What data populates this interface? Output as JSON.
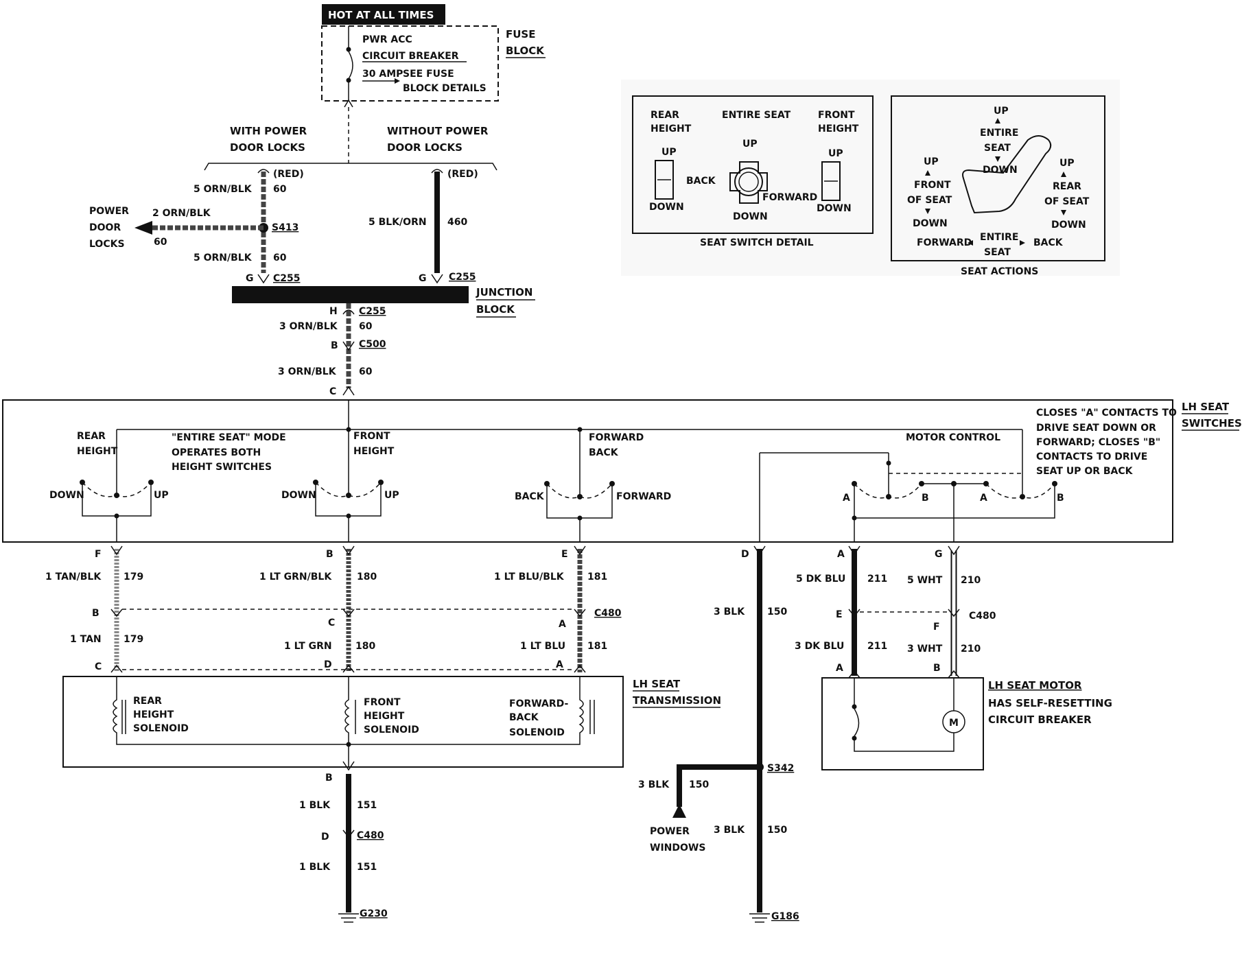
{
  "fuse": {
    "hot_label": "HOT AT ALL TIMES",
    "breaker_line1": "PWR ACC",
    "breaker_line2": "CIRCUIT BREAKER",
    "amp": "30 AMP",
    "see_line1": "SEE FUSE",
    "see_line2": "BLOCK DETAILS",
    "block_line1": "FUSE",
    "block_line2": "BLOCK"
  },
  "door_locks": {
    "with_line1": "WITH POWER",
    "with_line2": "DOOR LOCKS",
    "without_line1": "WITHOUT POWER",
    "without_line2": "DOOR LOCKS",
    "pdl_line1": "POWER",
    "pdl_line2": "DOOR",
    "pdl_line3": "LOCKS"
  },
  "wires": {
    "w_red_left": "(RED)",
    "w_red_right": "(RED)",
    "w_5orn_top": "5 ORN/BLK",
    "w_5orn_top_num": "60",
    "w_2orn": "2 ORN/BLK",
    "w_2orn_num": "60",
    "w_5orn_bot": "5 ORN/BLK",
    "w_5orn_bot_num": "60",
    "w_5blk": "5 BLK/ORN",
    "w_5blk_num": "460",
    "w_3orn_a": "3 ORN/BLK",
    "w_3orn_a_num": "60",
    "w_3orn_b": "3 ORN/BLK",
    "w_3orn_b_num": "60",
    "w_1tanblk": "1 TAN/BLK",
    "w_1tanblk_num": "179",
    "w_1tan": "1 TAN",
    "w_1tan_num": "179",
    "w_1ltgrnblk": "1 LT GRN/BLK",
    "w_1ltgrnblk_num": "180",
    "w_1ltgrn": "1 LT GRN",
    "w_1ltgrn_num": "180",
    "w_1ltblublk": "1 LT BLU/BLK",
    "w_1ltblublk_num": "181",
    "w_1ltblu": "1 LT BLU",
    "w_1ltblu_num": "181",
    "w_3blk_a": "3 BLK",
    "w_3blk_a_num": "150",
    "w_3blk_b": "3 BLK",
    "w_3blk_b_num": "150",
    "w_3blk_c": "3 BLK",
    "w_3blk_c_num": "150",
    "w_5dkblu": "5 DK BLU",
    "w_5dkblu_num": "211",
    "w_3dkblu": "3 DK BLU",
    "w_3dkblu_num": "211",
    "w_5wht": "5 WHT",
    "w_5wht_num": "210",
    "w_3wht": "3 WHT",
    "w_3wht_num": "210",
    "w_1blk_a": "1 BLK",
    "w_1blk_a_num": "151",
    "w_1blk_b": "1 BLK",
    "w_1blk_b_num": "151"
  },
  "connectors": {
    "s413": "S413",
    "c255_left": "C255",
    "c255_right": "C255",
    "c255_bottom": "C255",
    "c500": "C500",
    "c480_top": "C480",
    "c480_right": "C480",
    "c480_bottom": "C480",
    "s342": "S342",
    "g230": "G230",
    "g186": "G186"
  },
  "pins": {
    "g_left": "G",
    "g_right": "G",
    "h": "H",
    "b_c500": "B",
    "c_sw": "C",
    "f_top": "F",
    "b_top": "B",
    "e_top": "E",
    "d_top": "D",
    "a_top": "A",
    "g_top": "G",
    "b_mid": "B",
    "c_mid": "C",
    "a_mid": "A",
    "e_mid": "E",
    "f_mid": "F",
    "c_bot": "C",
    "d_bot": "D",
    "a_bot": "A",
    "a_motor": "A",
    "b_motor": "B",
    "b_trans": "B",
    "d_c480": "D"
  },
  "junction": {
    "line1": "JUNCTION",
    "line2": "BLOCK"
  },
  "switches": {
    "title_line1": "LH SEAT",
    "title_line2": "SWITCHES",
    "rear_height_1": "REAR",
    "rear_height_2": "HEIGHT",
    "entire_mode_1": "\"ENTIRE SEAT\" MODE",
    "entire_mode_2": "OPERATES BOTH",
    "entire_mode_3": "HEIGHT SWITCHES",
    "front_height_1": "FRONT",
    "front_height_2": "HEIGHT",
    "fwd_back_1": "FORWARD",
    "fwd_back_2": "BACK",
    "motor_control": "MOTOR CONTROL",
    "closes_1": "CLOSES \"A\" CONTACTS TO",
    "closes_2": "DRIVE SEAT DOWN OR",
    "closes_3": "FORWARD; CLOSES \"B\"",
    "closes_4": "CONTACTS TO DRIVE",
    "closes_5": "SEAT UP OR BACK",
    "down_1": "DOWN",
    "up_1": "UP",
    "down_2": "DOWN",
    "up_2": "UP",
    "back": "BACK",
    "forward": "FORWARD",
    "mc_a1": "A",
    "mc_b1": "B",
    "mc_a2": "A",
    "mc_b2": "B"
  },
  "transmission": {
    "title_line1": "LH SEAT",
    "title_line2": "TRANSMISSION",
    "rear_1": "REAR",
    "rear_2": "HEIGHT",
    "rear_3": "SOLENOID",
    "front_1": "FRONT",
    "front_2": "HEIGHT",
    "front_3": "SOLENOID",
    "fb_1": "FORWARD-",
    "fb_2": "BACK",
    "fb_3": "SOLENOID"
  },
  "motor": {
    "title": "LH SEAT MOTOR",
    "line2": "HAS SELF-RESETTING",
    "line3": "CIRCUIT BREAKER",
    "m": "M"
  },
  "power_windows": {
    "line1": "POWER",
    "line2": "WINDOWS"
  },
  "seat_switch_detail": {
    "caption": "SEAT SWITCH DETAIL",
    "rear_1": "REAR",
    "rear_2": "HEIGHT",
    "entire": "ENTIRE SEAT",
    "front_1": "FRONT",
    "front_2": "HEIGHT",
    "up_l": "UP",
    "down_l": "DOWN",
    "up_c": "UP",
    "back": "BACK",
    "forward": "FORWARD",
    "down_c": "DOWN",
    "up_r": "UP",
    "down_r": "DOWN"
  },
  "seat_actions": {
    "caption": "SEAT ACTIONS",
    "up_top": "UP",
    "entire_1": "ENTIRE",
    "entire_2": "SEAT",
    "down_top": "DOWN",
    "up_l": "UP",
    "front_1": "FRONT",
    "front_2": "OF SEAT",
    "down_l": "DOWN",
    "up_r": "UP",
    "rear_1": "REAR",
    "rear_2": "OF SEAT",
    "down_r": "DOWN",
    "forward": "FORWARD",
    "entire_b1": "ENTIRE",
    "entire_b2": "SEAT",
    "back": "BACK"
  }
}
